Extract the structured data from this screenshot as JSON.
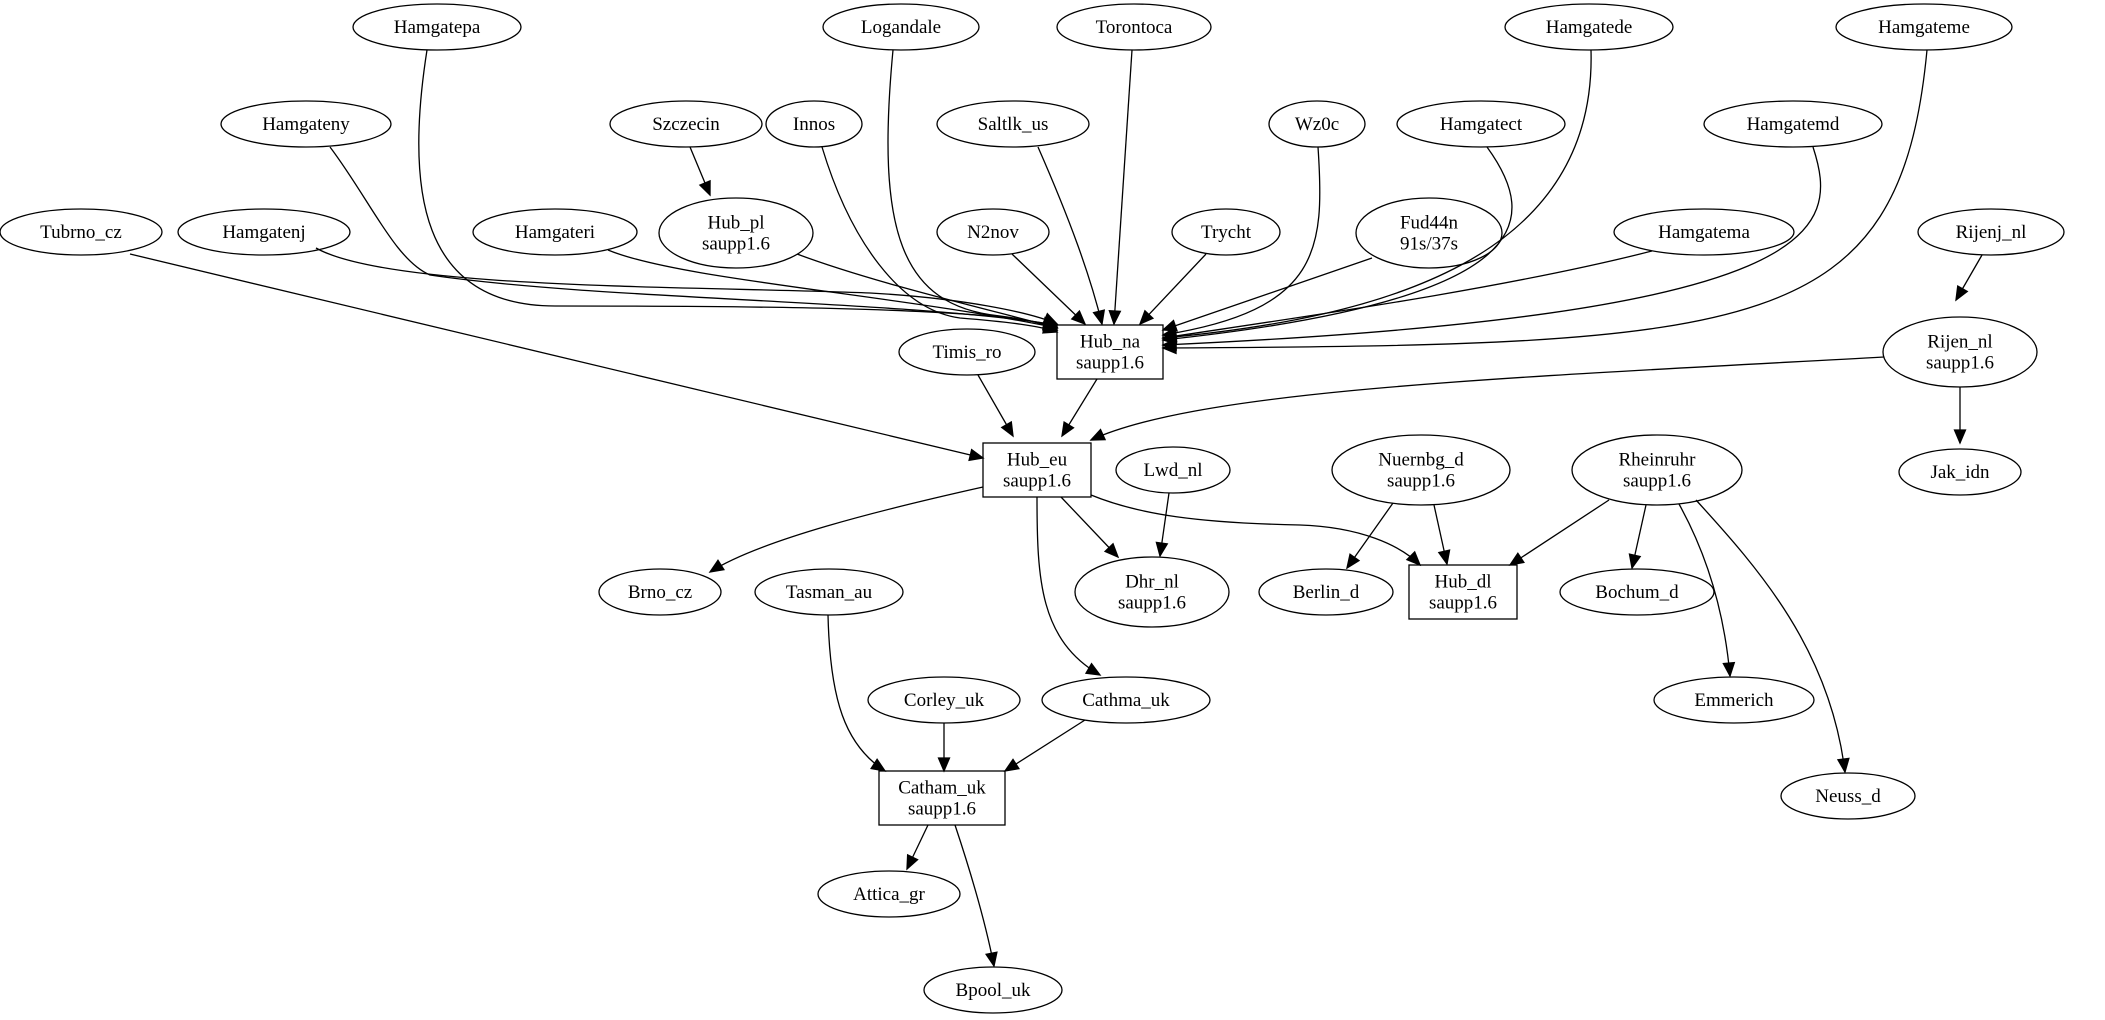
{
  "diagram": {
    "type": "directed-graph",
    "nodes": [
      {
        "id": "hamgatepa",
        "lines": [
          "Hamgatepa"
        ],
        "shape": "ellipse"
      },
      {
        "id": "logandale",
        "lines": [
          "Logandale"
        ],
        "shape": "ellipse"
      },
      {
        "id": "torontoca",
        "lines": [
          "Torontoca"
        ],
        "shape": "ellipse"
      },
      {
        "id": "hamgatede",
        "lines": [
          "Hamgatede"
        ],
        "shape": "ellipse"
      },
      {
        "id": "hamgateme",
        "lines": [
          "Hamgateme"
        ],
        "shape": "ellipse"
      },
      {
        "id": "hamgateny",
        "lines": [
          "Hamgateny"
        ],
        "shape": "ellipse"
      },
      {
        "id": "szczecin",
        "lines": [
          "Szczecin"
        ],
        "shape": "ellipse"
      },
      {
        "id": "innos",
        "lines": [
          "Innos"
        ],
        "shape": "ellipse"
      },
      {
        "id": "saltlk_us",
        "lines": [
          "Saltlk_us"
        ],
        "shape": "ellipse"
      },
      {
        "id": "wz0c",
        "lines": [
          "Wz0c"
        ],
        "shape": "ellipse"
      },
      {
        "id": "hamgatect",
        "lines": [
          "Hamgatect"
        ],
        "shape": "ellipse"
      },
      {
        "id": "hamgatemd",
        "lines": [
          "Hamgatemd"
        ],
        "shape": "ellipse"
      },
      {
        "id": "tubrno_cz",
        "lines": [
          "Tubrno_cz"
        ],
        "shape": "ellipse"
      },
      {
        "id": "hamgatenj",
        "lines": [
          "Hamgatenj"
        ],
        "shape": "ellipse"
      },
      {
        "id": "hamgateri",
        "lines": [
          "Hamgateri"
        ],
        "shape": "ellipse"
      },
      {
        "id": "hub_pl",
        "lines": [
          "Hub_pl",
          "saupp1.6"
        ],
        "shape": "ellipse"
      },
      {
        "id": "n2nov",
        "lines": [
          "N2nov"
        ],
        "shape": "ellipse"
      },
      {
        "id": "trycht",
        "lines": [
          "Trycht"
        ],
        "shape": "ellipse"
      },
      {
        "id": "fud44n",
        "lines": [
          "Fud44n",
          "91s/37s"
        ],
        "shape": "ellipse"
      },
      {
        "id": "hamgatema",
        "lines": [
          "Hamgatema"
        ],
        "shape": "ellipse"
      },
      {
        "id": "rijenj_nl",
        "lines": [
          "Rijenj_nl"
        ],
        "shape": "ellipse"
      },
      {
        "id": "hub_na",
        "lines": [
          "Hub_na",
          "saupp1.6"
        ],
        "shape": "box"
      },
      {
        "id": "timis_ro",
        "lines": [
          "Timis_ro"
        ],
        "shape": "ellipse"
      },
      {
        "id": "rijen_nl",
        "lines": [
          "Rijen_nl",
          "saupp1.6"
        ],
        "shape": "ellipse"
      },
      {
        "id": "hub_eu",
        "lines": [
          "Hub_eu",
          "saupp1.6"
        ],
        "shape": "box"
      },
      {
        "id": "lwd_nl",
        "lines": [
          "Lwd_nl"
        ],
        "shape": "ellipse"
      },
      {
        "id": "nuernbg_d",
        "lines": [
          "Nuernbg_d",
          "saupp1.6"
        ],
        "shape": "ellipse"
      },
      {
        "id": "rheinruhr",
        "lines": [
          "Rheinruhr",
          "saupp1.6"
        ],
        "shape": "ellipse"
      },
      {
        "id": "jak_idn",
        "lines": [
          "Jak_idn"
        ],
        "shape": "ellipse"
      },
      {
        "id": "brno_cz",
        "lines": [
          "Brno_cz"
        ],
        "shape": "ellipse"
      },
      {
        "id": "tasman_au",
        "lines": [
          "Tasman_au"
        ],
        "shape": "ellipse"
      },
      {
        "id": "dhr_nl",
        "lines": [
          "Dhr_nl",
          "saupp1.6"
        ],
        "shape": "ellipse"
      },
      {
        "id": "berlin_d",
        "lines": [
          "Berlin_d"
        ],
        "shape": "ellipse"
      },
      {
        "id": "hub_dl",
        "lines": [
          "Hub_dl",
          "saupp1.6"
        ],
        "shape": "box"
      },
      {
        "id": "bochum_d",
        "lines": [
          "Bochum_d"
        ],
        "shape": "ellipse"
      },
      {
        "id": "corley_uk",
        "lines": [
          "Corley_uk"
        ],
        "shape": "ellipse"
      },
      {
        "id": "cathma_uk",
        "lines": [
          "Cathma_uk"
        ],
        "shape": "ellipse"
      },
      {
        "id": "emmerich",
        "lines": [
          "Emmerich"
        ],
        "shape": "ellipse"
      },
      {
        "id": "catham_uk",
        "lines": [
          "Catham_uk",
          "saupp1.6"
        ],
        "shape": "box"
      },
      {
        "id": "neuss_d",
        "lines": [
          "Neuss_d"
        ],
        "shape": "ellipse"
      },
      {
        "id": "attica_gr",
        "lines": [
          "Attica_gr"
        ],
        "shape": "ellipse"
      },
      {
        "id": "bpool_uk",
        "lines": [
          "Bpool_uk"
        ],
        "shape": "ellipse"
      }
    ],
    "edges": [
      {
        "from": "hamgatepa",
        "to": "hub_na"
      },
      {
        "from": "logandale",
        "to": "hub_na"
      },
      {
        "from": "torontoca",
        "to": "hub_na"
      },
      {
        "from": "hamgatede",
        "to": "hub_na"
      },
      {
        "from": "hamgateme",
        "to": "hub_na"
      },
      {
        "from": "hamgateny",
        "to": "hub_na"
      },
      {
        "from": "szczecin",
        "to": "hub_pl"
      },
      {
        "from": "innos",
        "to": "hub_na"
      },
      {
        "from": "saltlk_us",
        "to": "hub_na"
      },
      {
        "from": "wz0c",
        "to": "hub_na"
      },
      {
        "from": "hamgatect",
        "to": "hub_na"
      },
      {
        "from": "hamgatemd",
        "to": "hub_na"
      },
      {
        "from": "tubrno_cz",
        "to": "hub_eu"
      },
      {
        "from": "hamgatenj",
        "to": "hub_na"
      },
      {
        "from": "hamgateri",
        "to": "hub_na"
      },
      {
        "from": "hub_pl",
        "to": "hub_na"
      },
      {
        "from": "n2nov",
        "to": "hub_na"
      },
      {
        "from": "trycht",
        "to": "hub_na"
      },
      {
        "from": "fud44n",
        "to": "hub_na"
      },
      {
        "from": "hamgatema",
        "to": "hub_na"
      },
      {
        "from": "rijenj_nl",
        "to": "rijen_nl"
      },
      {
        "from": "hub_na",
        "to": "hub_eu"
      },
      {
        "from": "timis_ro",
        "to": "hub_eu"
      },
      {
        "from": "rijen_nl",
        "to": "hub_eu"
      },
      {
        "from": "rijen_nl",
        "to": "jak_idn"
      },
      {
        "from": "hub_eu",
        "to": "brno_cz"
      },
      {
        "from": "hub_eu",
        "to": "dhr_nl"
      },
      {
        "from": "hub_eu",
        "to": "hub_dl"
      },
      {
        "from": "hub_eu",
        "to": "cathma_uk"
      },
      {
        "from": "lwd_nl",
        "to": "dhr_nl"
      },
      {
        "from": "nuernbg_d",
        "to": "berlin_d"
      },
      {
        "from": "nuernbg_d",
        "to": "hub_dl"
      },
      {
        "from": "rheinruhr",
        "to": "hub_dl"
      },
      {
        "from": "rheinruhr",
        "to": "bochum_d"
      },
      {
        "from": "rheinruhr",
        "to": "emmerich"
      },
      {
        "from": "rheinruhr",
        "to": "neuss_d"
      },
      {
        "from": "tasman_au",
        "to": "catham_uk"
      },
      {
        "from": "corley_uk",
        "to": "catham_uk"
      },
      {
        "from": "cathma_uk",
        "to": "catham_uk"
      },
      {
        "from": "catham_uk",
        "to": "attica_gr"
      },
      {
        "from": "catham_uk",
        "to": "bpool_uk"
      }
    ]
  }
}
